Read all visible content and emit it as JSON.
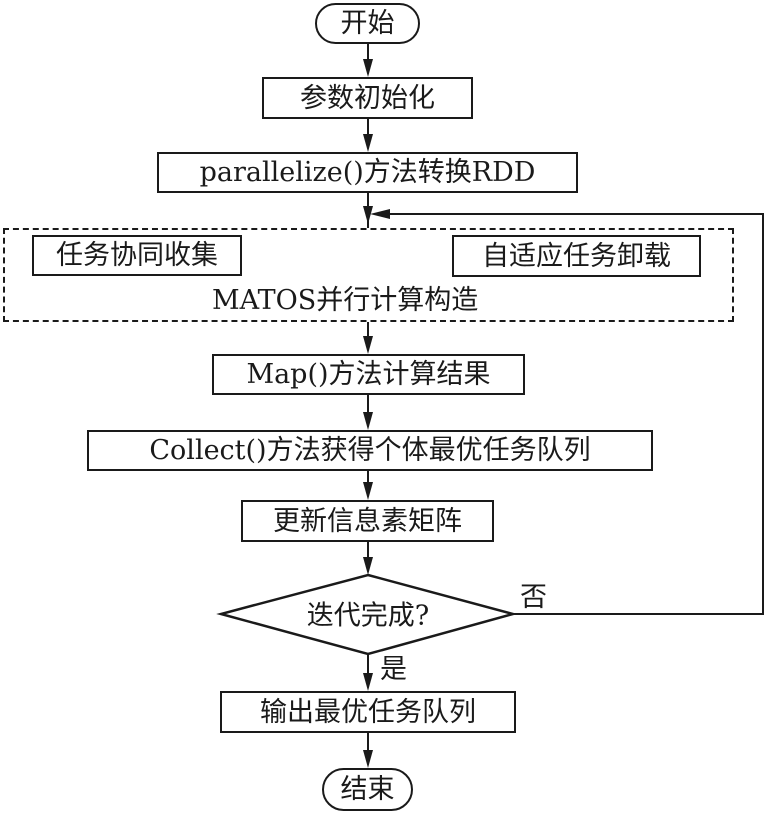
{
  "flowchart": {
    "start": "开始",
    "init": "参数初始化",
    "parallelize": "parallelize()方法转换RDD",
    "group": {
      "title": "MATOS并行计算构造",
      "left": "任务协同收集",
      "right": "自适应任务卸载"
    },
    "map": "Map()方法计算结果",
    "collect": "Collect()方法获得个体最优任务队列",
    "update": "更新信息素矩阵",
    "decision": "迭代完成?",
    "yes_label": "是",
    "no_label": "否",
    "output": "输出最优任务队列",
    "end": "结束"
  }
}
